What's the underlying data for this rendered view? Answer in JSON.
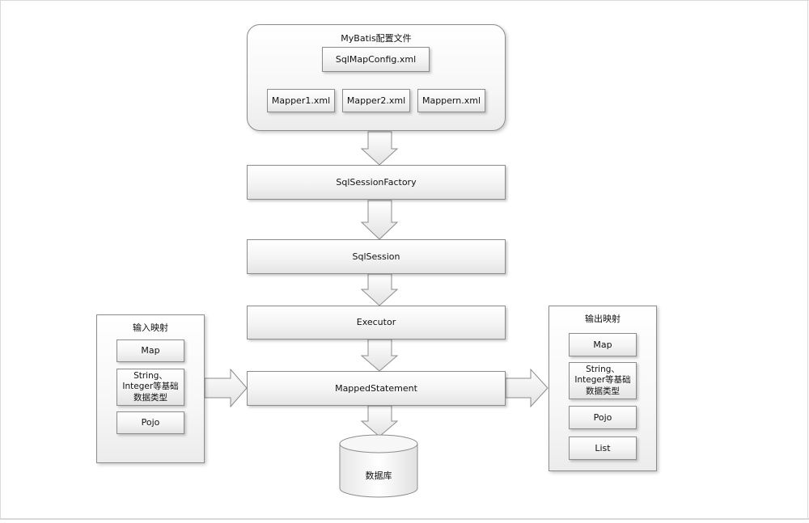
{
  "config_group": {
    "title": "MyBatis配置文件",
    "sqlmapconfig": "SqlMapConfig.xml",
    "mappers": [
      "Mapper1.xml",
      "Mapper2.xml",
      "Mappern.xml"
    ]
  },
  "pipeline": {
    "factory": "SqlSessionFactory",
    "session": "SqlSession",
    "executor": "Executor",
    "mapped_statement": "MappedStatement",
    "database": "数据库"
  },
  "input_mapping": {
    "title": "输入映射",
    "items": [
      "Map",
      "String、\nInteger等基础\n数据类型",
      "Pojo"
    ]
  },
  "output_mapping": {
    "title": "输出映射",
    "items": [
      "Map",
      "String、\nInteger等基础\n数据类型",
      "Pojo",
      "List"
    ]
  },
  "colors": {
    "border": "#8c8c8c",
    "fill_top": "#ffffff",
    "fill_bottom": "#e4e4e4"
  }
}
